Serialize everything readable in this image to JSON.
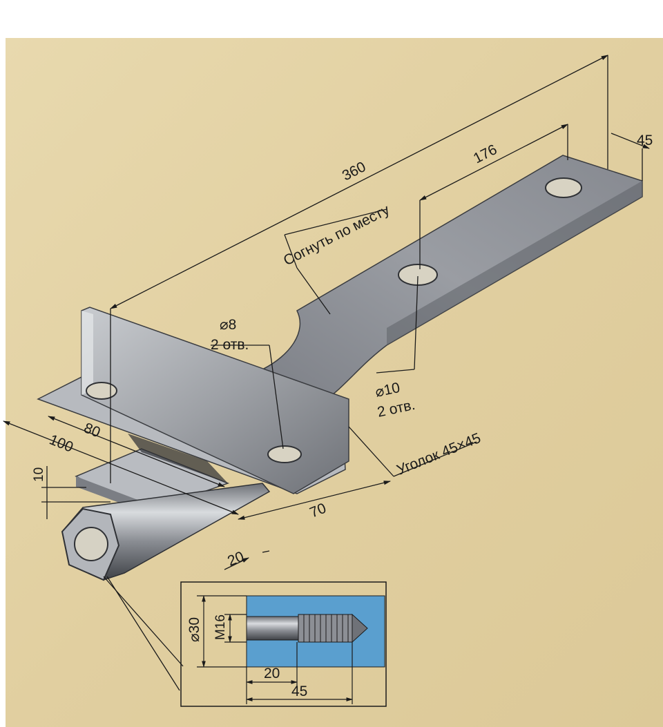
{
  "drawing": {
    "labels": {
      "overall_length": "360",
      "strip_length": "176",
      "strip_width": "45",
      "bend_note": "Согнуть по месту",
      "small_hole_dia": "⌀8",
      "small_hole_count": "2 отв.",
      "large_hole_dia": "⌀10",
      "large_hole_count": "2 отв.",
      "angle_profile": "Уголок 45×45",
      "dim_80": "80",
      "dim_100": "100",
      "dim_10": "10",
      "dim_70": "70",
      "dim_20": "20"
    },
    "detail": {
      "outer_dia": "⌀30",
      "thread": "M16",
      "thread_depth": "20",
      "length": "45"
    },
    "colors": {
      "paper": "#e3d3a6",
      "metal": "#9ea1a6",
      "metal_dark": "#5f6268",
      "detail_fill": "#5a9fcf",
      "line": "#1a1a1a"
    }
  }
}
